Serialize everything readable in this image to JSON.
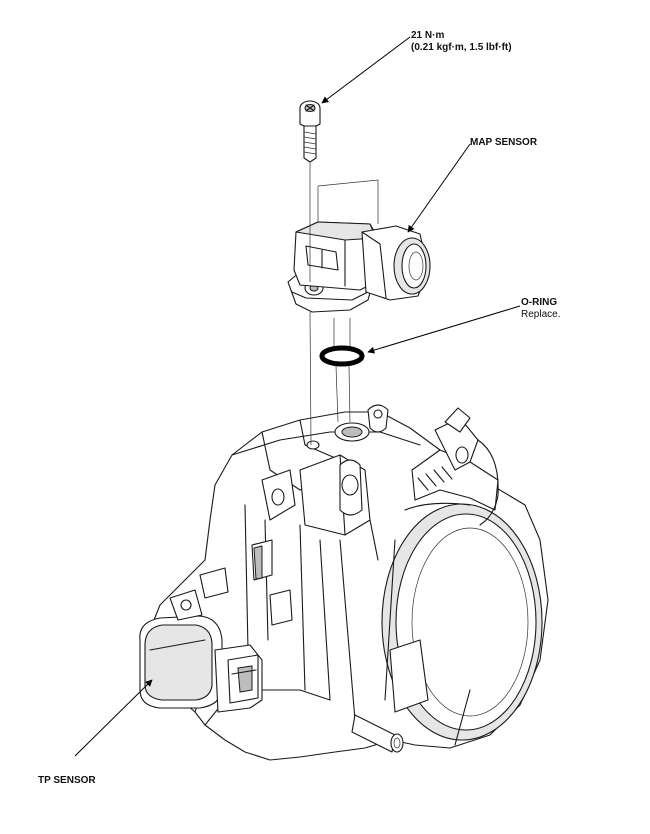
{
  "callouts": {
    "torque_value": "21 N·m",
    "torque_alt": "(0.21 kgf·m, 1.5 lbf·ft)",
    "map_sensor": "MAP SENSOR",
    "o_ring": "O-RING",
    "o_ring_note": "Replace.",
    "tp_sensor": "TP SENSOR"
  },
  "icons": {
    "bolt": "bolt-icon",
    "o_ring": "o-ring-icon"
  },
  "colors": {
    "line": "#1a1a1a",
    "shade": "#e6e6e6",
    "background": "#ffffff"
  }
}
